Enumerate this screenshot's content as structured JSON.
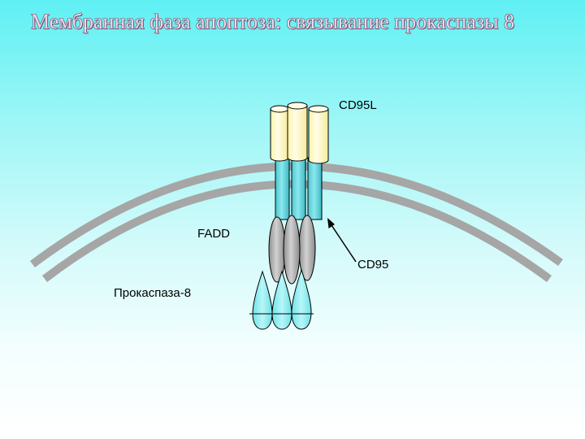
{
  "title": "Мембранная фаза апоптоза: связывание прокаспазы 8",
  "labels": {
    "cd95l": "CD95L",
    "fadd": "FADD",
    "cd95": "CD95",
    "procaspase8": "Прокаспаза-8"
  },
  "colors": {
    "membrane": "#a6a6a6",
    "ligand": "#fffbc8",
    "receptor": "#5cd3dc",
    "adaptor": "#b4b4b4",
    "procaspase": "#8feef2"
  }
}
